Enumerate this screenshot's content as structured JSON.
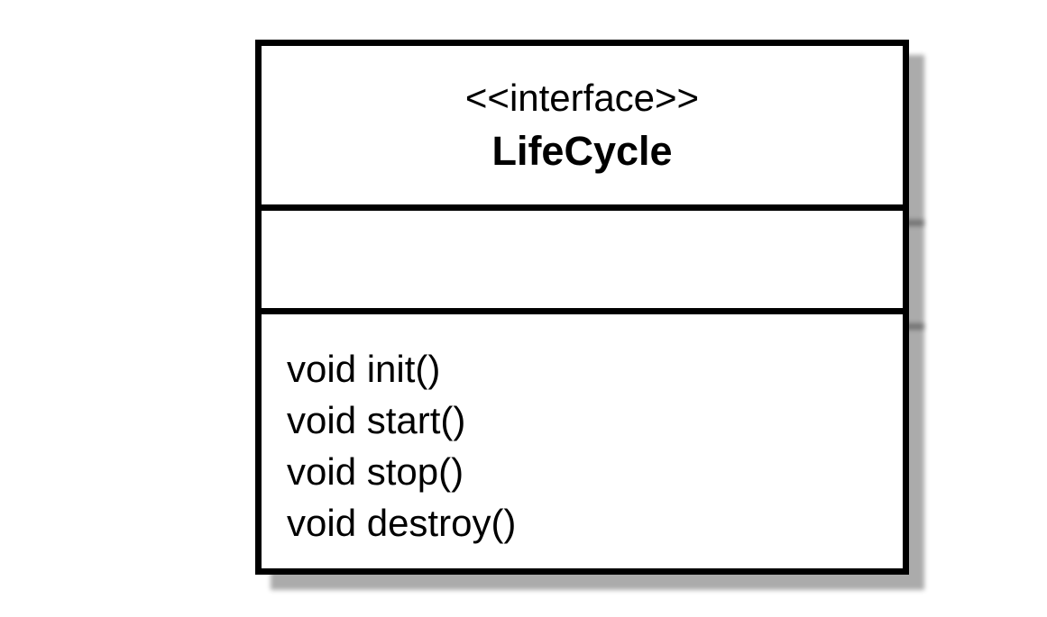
{
  "uml": {
    "kind": "interface-class-diagram",
    "stereotype": "<<interface>>",
    "name": "LifeCycle",
    "attributes": [],
    "methods": [
      "void init()",
      "void start()",
      "void stop()",
      "void destroy()"
    ]
  },
  "colors": {
    "line": "#000000",
    "fill": "#ffffff",
    "shadow": "#aaaaaa",
    "page_background": "#ffffff",
    "text": "#000000"
  }
}
